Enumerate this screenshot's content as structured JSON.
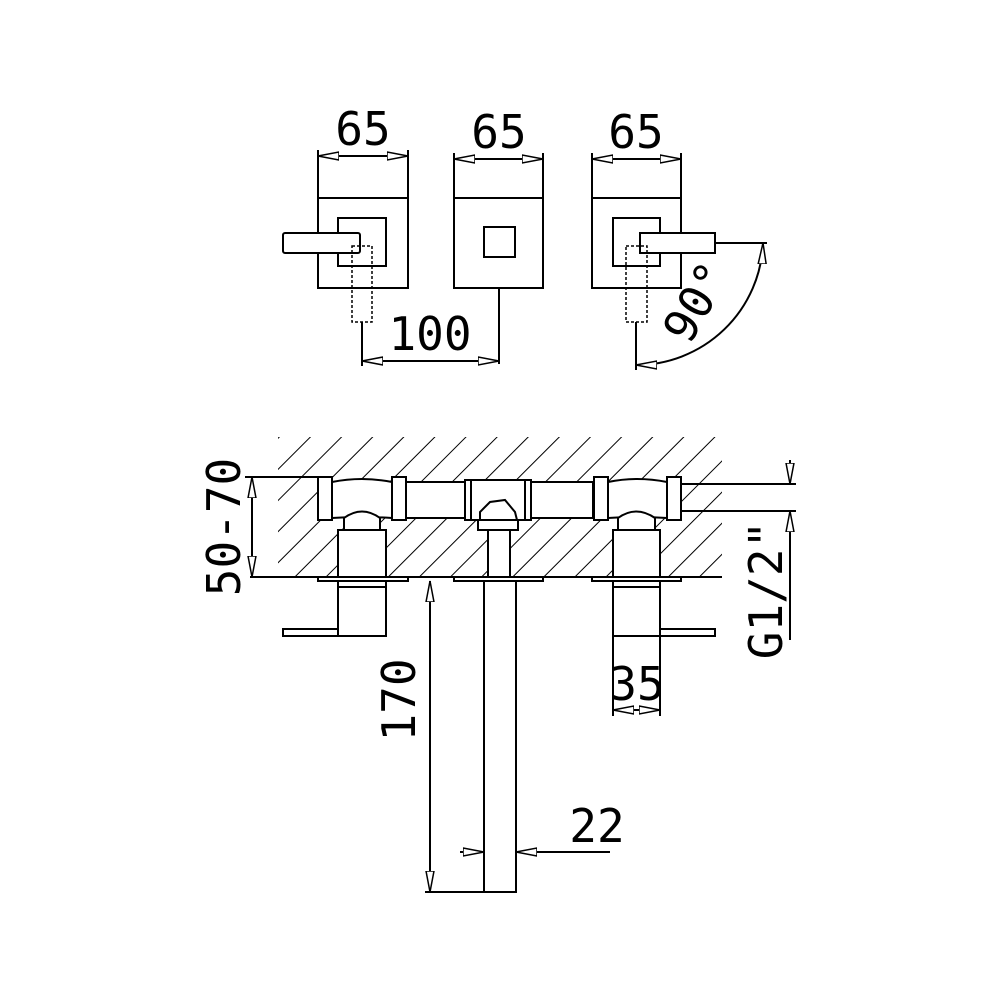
{
  "dimensions": {
    "plate_width_left": "65",
    "plate_width_center": "65",
    "plate_width_right": "65",
    "lever_to_spout": "100",
    "lever_rotation": "90°",
    "wall_depth": "50-70",
    "spout_length": "170",
    "spout_width": "22",
    "valve_width": "35",
    "connection": "G1/2\""
  },
  "colors": {
    "line": "#000000",
    "background": "#ffffff"
  }
}
